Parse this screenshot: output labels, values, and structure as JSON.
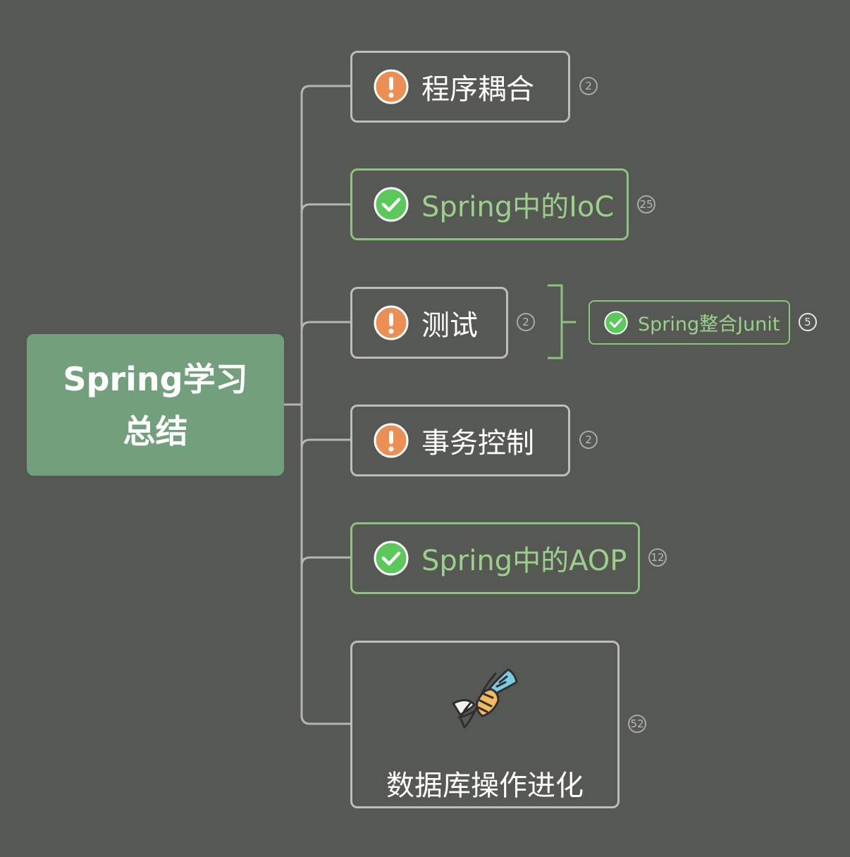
{
  "root": {
    "line1": "Spring学习",
    "line2": "总结"
  },
  "topics": [
    {
      "label": "程序耦合",
      "status": "alert",
      "count": "2"
    },
    {
      "label": "Spring中的IoC",
      "status": "done",
      "count": "25"
    },
    {
      "label": "测试",
      "status": "alert",
      "count": "2"
    },
    {
      "label": "事务控制",
      "status": "alert",
      "count": "2"
    },
    {
      "label": "Spring中的AOP",
      "status": "done",
      "count": "12"
    },
    {
      "label": "数据库操作进化",
      "status": "image",
      "image_icon": "dna-icon",
      "count": "52"
    }
  ],
  "subtopic": {
    "label": "Spring整合Junit",
    "status": "done",
    "count": "5"
  },
  "colors": {
    "background": "#565854",
    "root_fill": "#72a07c",
    "alert_icon": "#ec8f55",
    "done_icon": "#5ac85a",
    "done_text": "#9bd08b",
    "default_border": "#bdbdbd",
    "done_border": "#8cc37d"
  }
}
